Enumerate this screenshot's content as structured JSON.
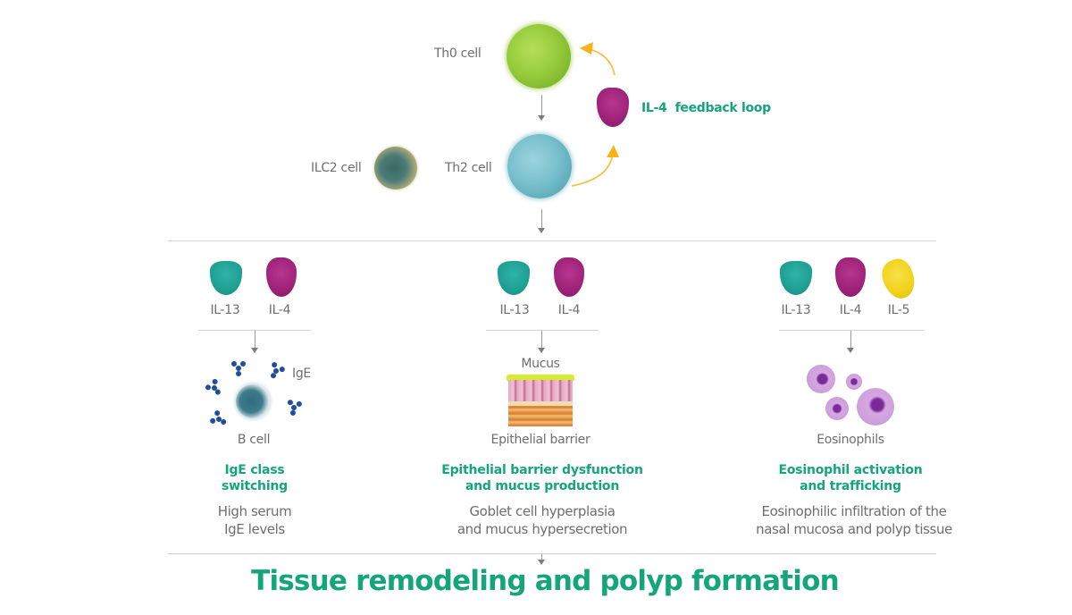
{
  "top": {
    "th0_label": "Th0 cell",
    "th2_label": "Th2 cell",
    "ilc2_label": "ILC2 cell",
    "feedback_label": "IL-4  feedback loop"
  },
  "columns": [
    {
      "cytokines": [
        "IL-13",
        "IL-4"
      ],
      "cell_label": "B cell",
      "extra_label": "IgE",
      "outcome_title": [
        "IgE class",
        "switching"
      ],
      "outcome_desc": [
        "High serum",
        "IgE levels"
      ]
    },
    {
      "cytokines": [
        "IL-13",
        "IL-4"
      ],
      "top_label": "Mucus",
      "cell_label": "Epithelial barrier",
      "outcome_title": [
        "Epithelial barrier dysfunction",
        "and mucus production"
      ],
      "outcome_desc": [
        "Goblet cell hyperplasia",
        "and mucus hypersecretion"
      ]
    },
    {
      "cytokines": [
        "IL-13",
        "IL-4",
        "IL-5"
      ],
      "cell_label": "Eosinophils",
      "outcome_title": [
        "Eosinophil activation",
        "and trafficking"
      ],
      "outcome_desc": [
        "Eosinophilic infiltration of the",
        "nasal mucosa and polyp tissue"
      ]
    }
  ],
  "final": {
    "title": "Tissue remodeling and polyp formation"
  },
  "colors": {
    "accent_green": "#14a57b",
    "il13": "#1fa39a",
    "il4": "#a8287e",
    "il5": "#f2d21a",
    "feedback_arrow": "#f6b21b",
    "th0": "#8cc63f",
    "th2": "#6cbccc",
    "ige": "#1f4e9e",
    "eosinophil": "#c99ad8"
  }
}
